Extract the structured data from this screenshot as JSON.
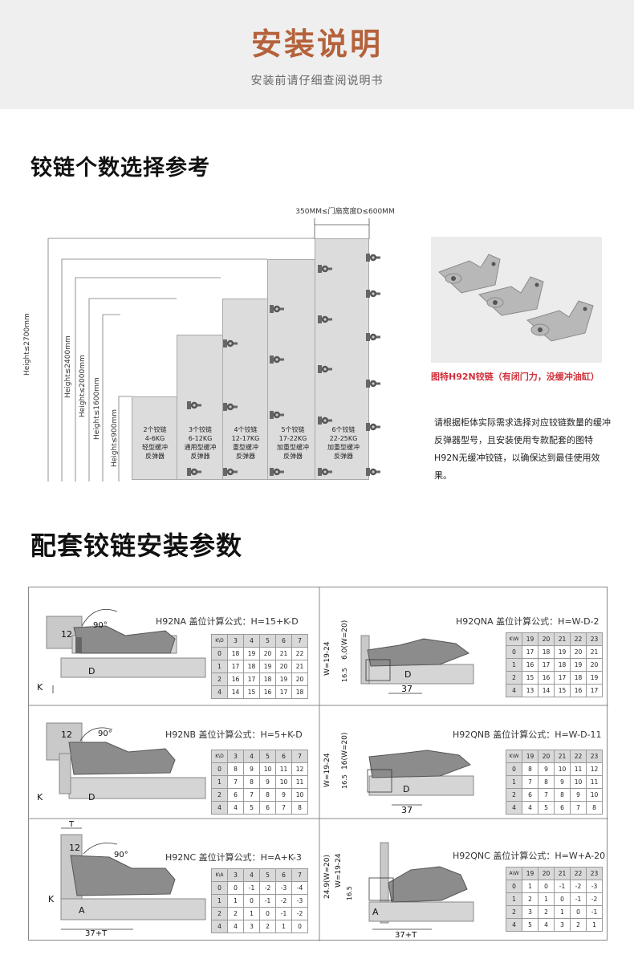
{
  "header": {
    "title": "安装说明",
    "subtitle": "安装前请仔细查阅说明书"
  },
  "section1": {
    "title": "铰链个数选择参考",
    "door_width_label": "350MM≤门扇宽度D≤600MM",
    "heights": [
      "Height≤2700mm",
      "Height≤2400mm",
      "Height≤2000mm",
      "Height≤1600mm",
      "Height≤900mm"
    ],
    "panels": [
      {
        "l1": "2个铰链",
        "l2": "4-6KG",
        "l3": "轻型缓冲",
        "l4": "反弹器"
      },
      {
        "l1": "3个铰链",
        "l2": "6-12KG",
        "l3": "通用型缓冲",
        "l4": "反弹器"
      },
      {
        "l1": "4个铰链",
        "l2": "12-17KG",
        "l3": "重型缓冲",
        "l4": "反弹器"
      },
      {
        "l1": "5个铰链",
        "l2": "17-22KG",
        "l3": "加重型缓冲",
        "l4": "反弹器"
      },
      {
        "l1": "6个铰链",
        "l2": "22-25KG",
        "l3": "加重型缓冲",
        "l4": "反弹器"
      }
    ],
    "photo_caption": "图特H92N铰链（有闭门力，没缓冲油缸）",
    "description": "请根据柜体实际需求选择对应铰链数量的缓冲反弹器型号，且安装使用专款配套的图特H92N无缓冲铰链，以确保达到最佳使用效果。"
  },
  "section2": {
    "title": "配套铰链安装参数",
    "cells": [
      {
        "title": "H92NA  盖位计算公式：H=15+K-D",
        "dims": {
          "a": "12",
          "b": "90°",
          "c": "K",
          "d": "D"
        },
        "cols": [
          "3",
          "4",
          "5",
          "6",
          "7"
        ],
        "rows": [
          "0",
          "1",
          "2",
          "4"
        ],
        "values": [
          [
            "18",
            "19",
            "20",
            "21",
            "22"
          ],
          [
            "17",
            "18",
            "19",
            "20",
            "21"
          ],
          [
            "16",
            "17",
            "18",
            "19",
            "20"
          ],
          [
            "14",
            "15",
            "16",
            "17",
            "18"
          ]
        ]
      },
      {
        "title": "H92QNA  盖位计算公式：H=W-D-2",
        "dims": {
          "a": "W=19-24",
          "b": "6.0(W=20)",
          "c": "16.5",
          "d": "D",
          "e": "37"
        },
        "cols": [
          "19",
          "20",
          "21",
          "22",
          "23"
        ],
        "rows": [
          "0",
          "1",
          "2",
          "4"
        ],
        "values": [
          [
            "17",
            "18",
            "19",
            "20",
            "21"
          ],
          [
            "16",
            "17",
            "18",
            "19",
            "20"
          ],
          [
            "15",
            "16",
            "17",
            "18",
            "19"
          ],
          [
            "13",
            "14",
            "15",
            "16",
            "17"
          ]
        ]
      },
      {
        "title": "H92NB 盖位计算公式：H=5+K-D",
        "dims": {
          "a": "12",
          "b": "90°",
          "c": "K",
          "d": "D"
        },
        "cols": [
          "3",
          "4",
          "5",
          "6",
          "7"
        ],
        "rows": [
          "0",
          "1",
          "2",
          "4"
        ],
        "values": [
          [
            "8",
            "9",
            "10",
            "11",
            "12"
          ],
          [
            "7",
            "8",
            "9",
            "10",
            "11"
          ],
          [
            "6",
            "7",
            "8",
            "9",
            "10"
          ],
          [
            "4",
            "5",
            "6",
            "7",
            "8"
          ]
        ]
      },
      {
        "title": "H92QNB 盖位计算公式：H=W-D-11",
        "dims": {
          "a": "W=19-24",
          "b": "16(W=20)",
          "c": "16.5",
          "d": "D",
          "e": "37"
        },
        "cols": [
          "19",
          "20",
          "21",
          "22",
          "23"
        ],
        "rows": [
          "0",
          "1",
          "2",
          "4"
        ],
        "values": [
          [
            "8",
            "9",
            "10",
            "11",
            "12"
          ],
          [
            "7",
            "8",
            "9",
            "10",
            "11"
          ],
          [
            "6",
            "7",
            "8",
            "9",
            "10"
          ],
          [
            "4",
            "5",
            "6",
            "7",
            "8"
          ]
        ]
      },
      {
        "title": "H92NC 盖位计算公式：H=A+K-3",
        "dims": {
          "a": "12",
          "b": "90°",
          "c": "K",
          "d": "A",
          "e": "37+T",
          "f": "T"
        },
        "cols": [
          "3",
          "4",
          "5",
          "6",
          "7"
        ],
        "rows": [
          "0",
          "1",
          "2",
          "4"
        ],
        "values": [
          [
            "0",
            "-1",
            "-2",
            "-3",
            "-4"
          ],
          [
            "1",
            "0",
            "-1",
            "-2",
            "-3"
          ],
          [
            "2",
            "1",
            "0",
            "-1",
            "-2"
          ],
          [
            "4",
            "3",
            "2",
            "1",
            "0"
          ]
        ]
      },
      {
        "title": "H92QNC 盖位计算公式：H=W+A-20",
        "dims": {
          "a": "24.9(W=20)",
          "b": "W=19-24",
          "c": "16.5",
          "d": "A",
          "e": "37+T"
        },
        "cols": [
          "19",
          "20",
          "21",
          "22",
          "23"
        ],
        "rows": [
          "0",
          "1",
          "2",
          "4"
        ],
        "values": [
          [
            "1",
            "0",
            "-1",
            "-2",
            "-3"
          ],
          [
            "2",
            "1",
            "0",
            "-1",
            "-2"
          ],
          [
            "3",
            "2",
            "1",
            "0",
            "-1"
          ],
          [
            "5",
            "4",
            "3",
            "2",
            "1"
          ]
        ]
      }
    ]
  }
}
